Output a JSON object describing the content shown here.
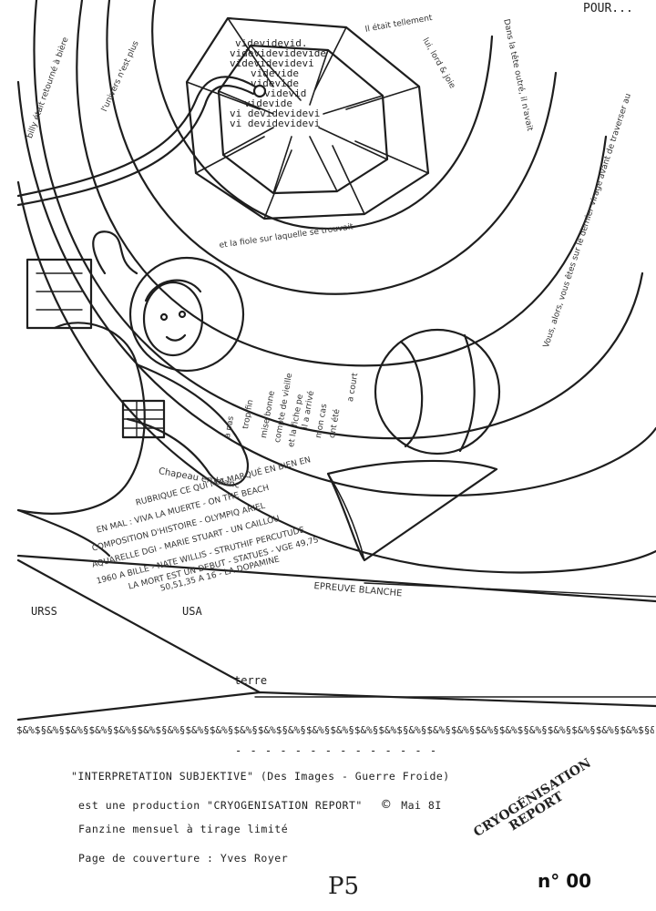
{
  "header": {
    "top_right": "POUR..."
  },
  "illustration": {
    "vide_lines": [
      "videvidevid.",
      "videvidevidevide",
      "videvidevidevi",
      "videvide",
      "videvide",
      "videvid",
      "videvide",
      "vi devidevidevi",
      "vi devidevidevi"
    ],
    "labels": {
      "urss": "URSS",
      "usa": "USA",
      "terre": "terre",
      "epreuve": "EPREUVE BLANCHE",
      "chapeau": "Chapeau en blanc"
    },
    "spiral_text": [
      "billy était retourné à bière",
      "l'univers n'est plus",
      "Il était tellement",
      "lui, lord & joie",
      "Dans la tête outré, il n'avait",
      "Vous, alors, vous êtes sur le dernier virage avant de traverser au",
      "et la fiole sur laquelle se trouvait"
    ],
    "astronaut_text": [
      "a court",
      "ont été",
      "mon cas",
      "il a arrivé",
      "et la fiche pe",
      "compte de vieille",
      "mise bonne",
      "trop fin",
      "à pas"
    ],
    "caption_lines": [
      "RUBRIQUE CE QUI M'A MARQUÉ EN BIEN EN",
      "EN MAL : VIVA LA MUERTE - ON THE BEACH",
      "COMPOSITION D'HISTOIRE - OLYMPIQ ARIEL",
      "AQUARELLE DGI - MARIE STUART - UN CAILLOU",
      "1960 A BILLE - NATE WILLIS - STRUTHIF PERCUTUDE",
      "LA MORT EST UN DEBUT - STATUES - VGE 49,75",
      "50,51,35 A 16 - LA DOPAMINE"
    ]
  },
  "separator": {
    "symbols": "$&%$§&%§$&%§$&%§$&%§$&%$§&%§$&%§$&%§$&%§$&%$§&%§$&%§$&%§$&%§$&%$§&%§$&%§$&%§$&%§$&%$§&%§$&%§$&%§$&%§$&%$§&%§",
    "dashes": "- - - - - - - - - - - - - -"
  },
  "credits": {
    "line1": "\"INTERPRETATION  SUBJEKTIVE\"  (Des Images - Guerre Froide)",
    "line2_prefix": "est une production  \"CRYOGENISATION  REPORT\"",
    "line2_symbol": "©",
    "line2_date": "Mai 8I",
    "line3": "Fanzine mensuel à tirage limité",
    "line4": "Page de couverture : Yves Royer"
  },
  "stamp": {
    "line1": "CRYOGÉNISATION",
    "line2": "REPORT"
  },
  "page_mark": "P5",
  "issue_number": "n° 00"
}
